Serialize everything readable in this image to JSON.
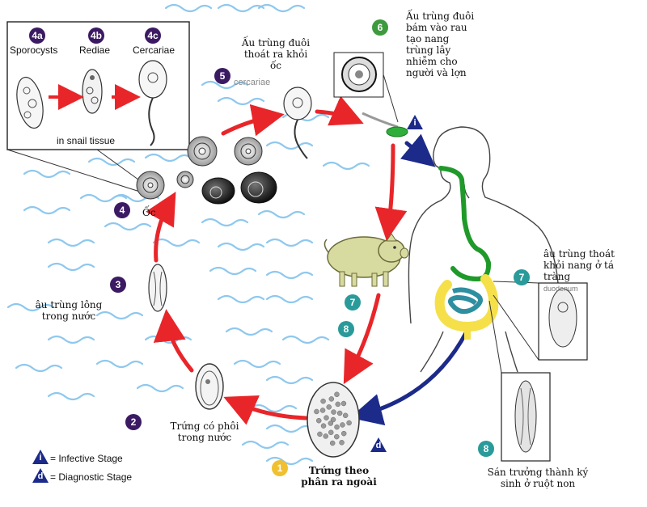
{
  "colors": {
    "red_arrow": "#e8262a",
    "blue_arrow": "#1c2a8a",
    "badge_purple": "#3b1a63",
    "badge_teal": "#2a9a9a",
    "badge_green": "#3d9b3d",
    "badge_yellow": "#f0c030",
    "water": "#8ec8ee",
    "pig": "#d8dba0",
    "intestine_yellow": "#f5e04a",
    "stomach_green": "#1f9a2a"
  },
  "inset": {
    "sporocysts": {
      "num": "4a",
      "label": "Sporocysts"
    },
    "rediae": {
      "num": "4b",
      "label": "Rediae"
    },
    "cercariae": {
      "num": "4c",
      "label": "Cercariae"
    },
    "caption": "in snail tissue"
  },
  "stages": {
    "s1": {
      "num": "1",
      "label": "Trứng theo phân ra ngoài"
    },
    "s2": {
      "num": "2",
      "label": "Trứng có phôi trong nước"
    },
    "s3": {
      "num": "3",
      "label": "âu trùng lông trong nước"
    },
    "s4": {
      "num": "4",
      "label": "Ốc"
    },
    "s5": {
      "num": "5",
      "label": "Ấu trùng đuôi thoát ra khỏi ốc",
      "overlay": "cercariae"
    },
    "s6": {
      "num": "6",
      "label": "Ấu trùng đuôi bám vào rau tạo nang trùng lây nhiễm cho người và lợn"
    },
    "s7_pig": {
      "num": "7"
    },
    "s8_pig": {
      "num": "8"
    },
    "s7_host": {
      "num": "7",
      "label": "âu trùng thoát khỏi nang ở tá tràng",
      "overlay": "duodenum"
    },
    "s8_host": {
      "num": "8",
      "label": "Sán trưởng thành ký sinh ở ruột non"
    }
  },
  "infective_marker": "i",
  "diagnostic_marker": "d",
  "legend": {
    "infective": {
      "symbol": "i",
      "label": "= Infective Stage"
    },
    "diagnostic": {
      "symbol": "d",
      "label": "= Diagnostic Stage"
    }
  }
}
